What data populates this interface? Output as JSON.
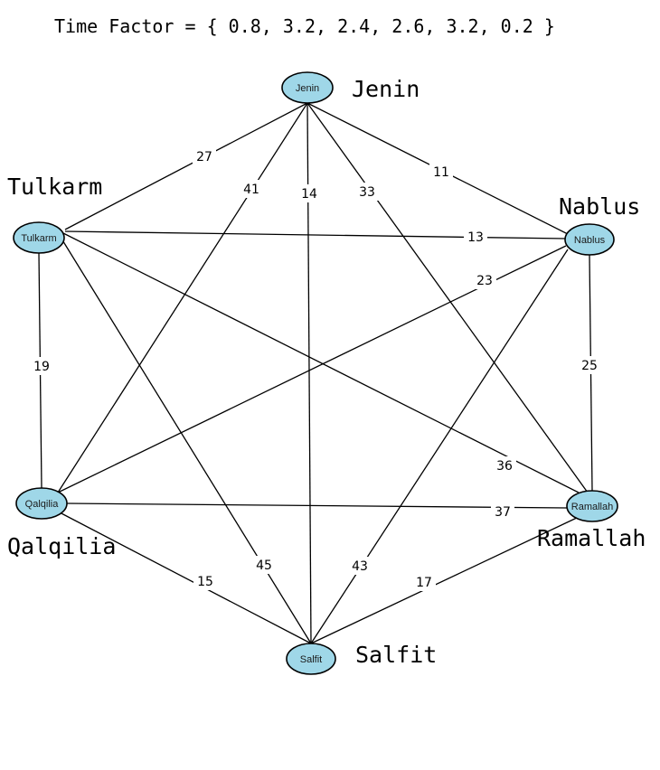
{
  "header": {
    "time_factor": "Time Factor = { 0.8, 3.2, 2.4, 2.6, 3.2, 0.2 }"
  },
  "nodes": [
    {
      "id": "jenin",
      "label": "Jenin",
      "name": "Jenin"
    },
    {
      "id": "tulkarm",
      "label": "Tulkarm",
      "name": "Tulkarm"
    },
    {
      "id": "nablus",
      "label": "Nablus",
      "name": "Nablus"
    },
    {
      "id": "qalqilia",
      "label": "Qalqilia",
      "name": "Qalqilia"
    },
    {
      "id": "ramallah",
      "label": "Ramallah",
      "name": "Ramallah"
    },
    {
      "id": "salfit",
      "label": "Salfit",
      "name": "Salfit"
    }
  ],
  "edges": [
    {
      "from": "jenin",
      "to": "tulkarm",
      "weight": "27"
    },
    {
      "from": "jenin",
      "to": "qalqilia",
      "weight": "41"
    },
    {
      "from": "jenin",
      "to": "salfit",
      "weight": "14"
    },
    {
      "from": "jenin",
      "to": "ramallah",
      "weight": "33"
    },
    {
      "from": "jenin",
      "to": "nablus",
      "weight": "11"
    },
    {
      "from": "tulkarm",
      "to": "nablus",
      "weight": "13"
    },
    {
      "from": "tulkarm",
      "to": "qalqilia",
      "weight": "19"
    },
    {
      "from": "tulkarm",
      "to": "ramallah",
      "weight": "36"
    },
    {
      "from": "tulkarm",
      "to": "salfit",
      "weight": "45"
    },
    {
      "from": "nablus",
      "to": "qalqilia",
      "weight": "23"
    },
    {
      "from": "nablus",
      "to": "ramallah",
      "weight": "25"
    },
    {
      "from": "nablus",
      "to": "salfit",
      "weight": "43"
    },
    {
      "from": "qalqilia",
      "to": "ramallah",
      "weight": "37"
    },
    {
      "from": "qalqilia",
      "to": "salfit",
      "weight": "15"
    },
    {
      "from": "ramallah",
      "to": "salfit",
      "weight": "17"
    }
  ]
}
